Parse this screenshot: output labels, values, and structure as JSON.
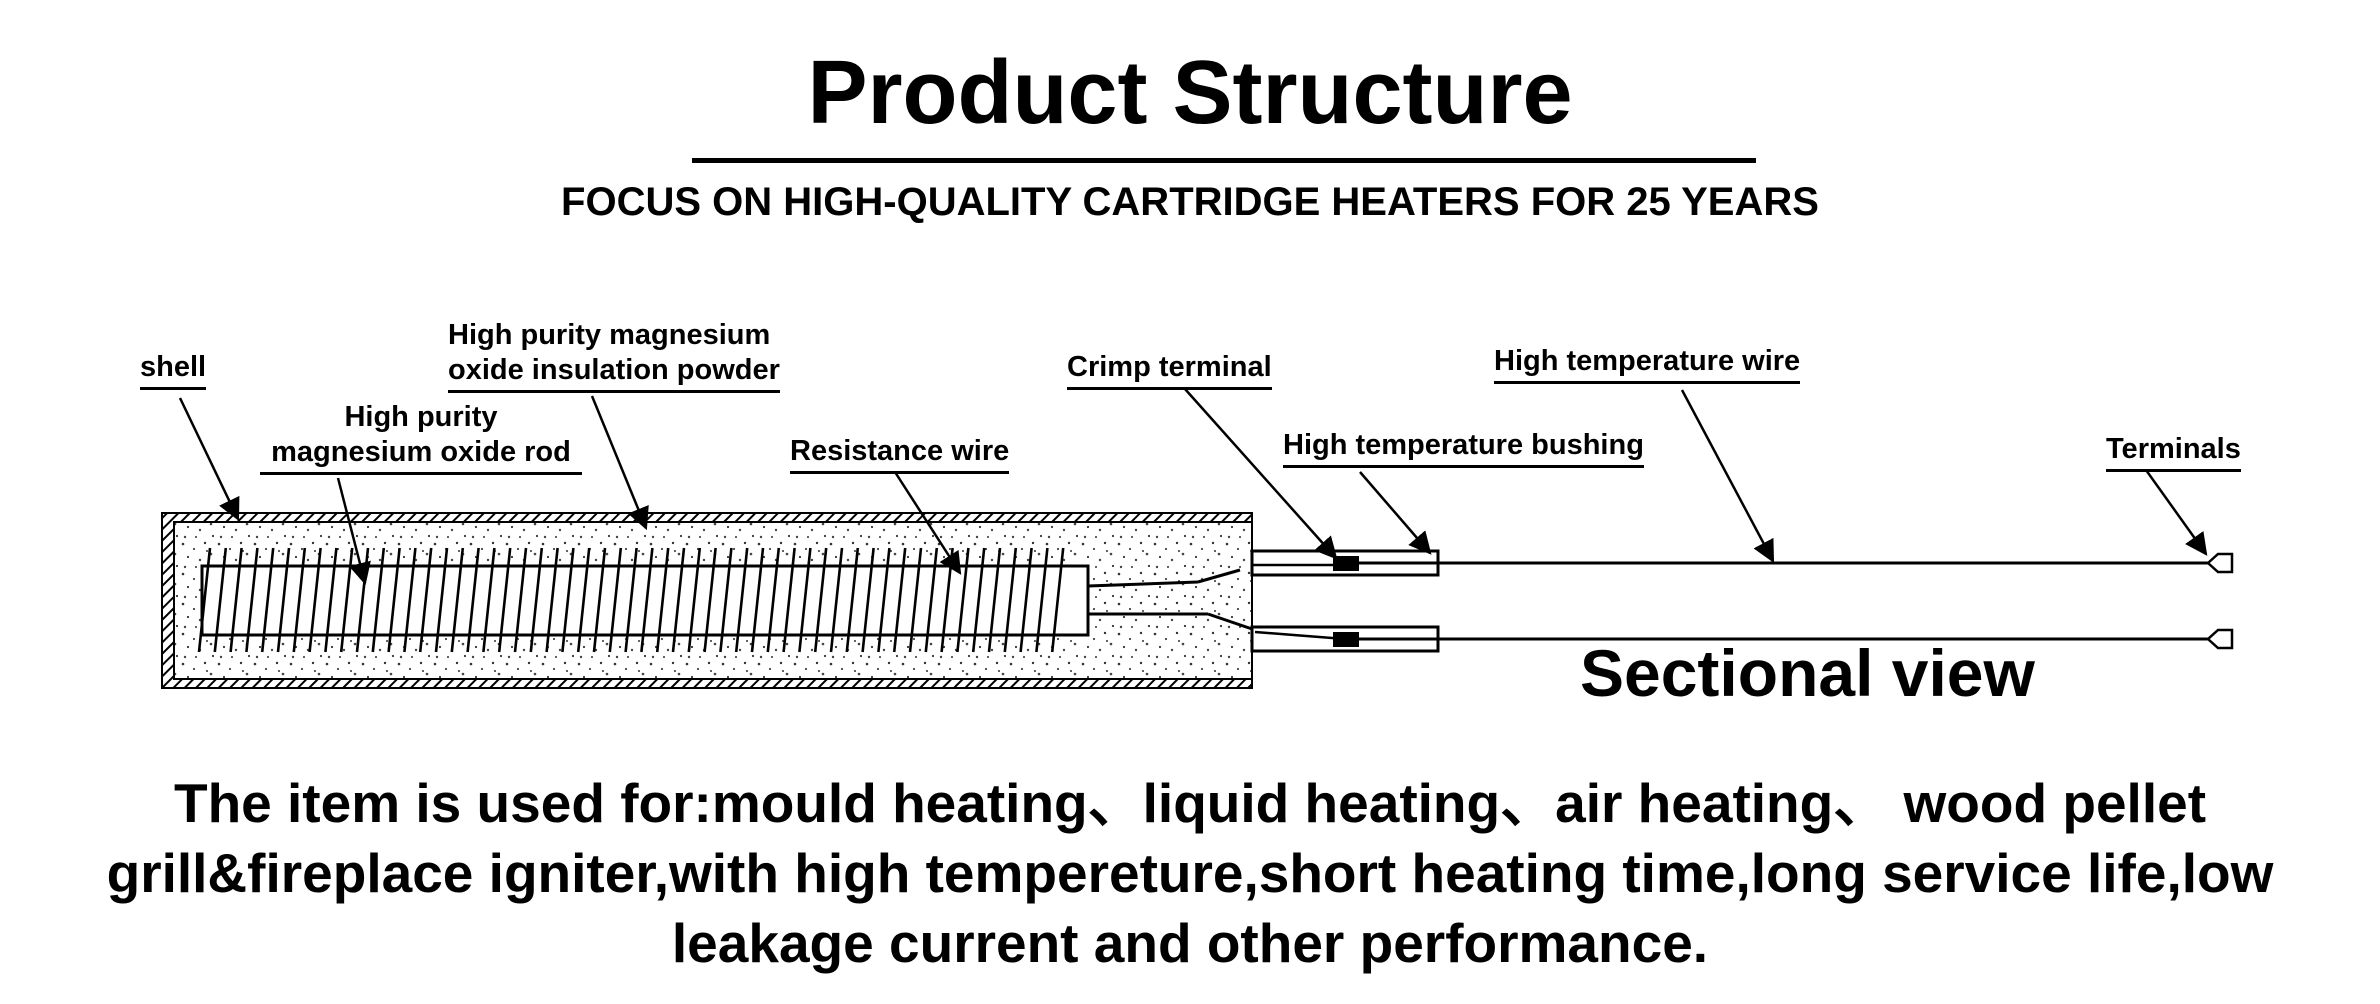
{
  "header": {
    "title": "Product Structure",
    "subtitle": "FOCUS ON HIGH-QUALITY CARTRIDGE HEATERS FOR 25 YEARS"
  },
  "diagram": {
    "labels": {
      "shell": "shell",
      "mgo_powder_line1": "High purity magnesium",
      "mgo_powder_line2": "oxide insulation powder",
      "mgo_rod_line1": "High purity",
      "mgo_rod_line2": "magnesium oxide rod",
      "resistance_wire": "Resistance wire",
      "crimp_terminal": "Crimp terminal",
      "high_temp_bushing": "High temperature bushing",
      "high_temp_wire": "High temperature wire",
      "terminals": "Terminals"
    },
    "caption": "Sectional view"
  },
  "usage": {
    "text": "The item is used for:mould heating、liquid heating、air heating、 wood pellet grill&fireplace igniter,with high tempereture,short heating time,long service life,low leakage current and other performance."
  }
}
